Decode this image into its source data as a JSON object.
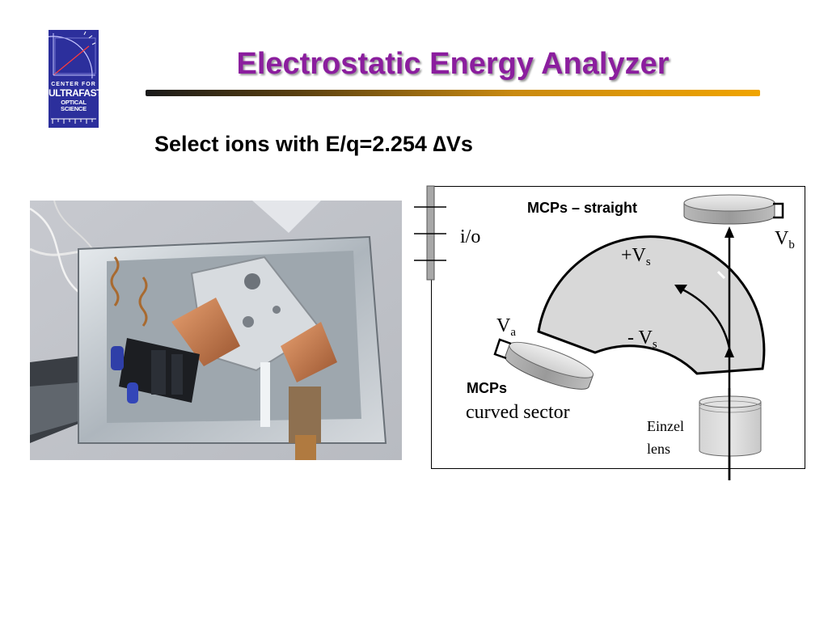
{
  "logo": {
    "line1": "CENTER FOR",
    "line2": "ULTRAFAST",
    "line3": "OPTICAL SCIENCE"
  },
  "slide": {
    "title": "Electrostatic Energy Analyzer",
    "subtitle": "Select ions with E/q=2.254 ∆Vs"
  },
  "diagram": {
    "mcps_straight": "MCPs – straight",
    "io": "i/o",
    "vb_main": "V",
    "vb_sub": "b",
    "plus_vs_main": "+V",
    "plus_vs_sub": "s",
    "minus_vs_main": "- V",
    "minus_vs_sub": "s",
    "va_main": "V",
    "va_sub": "a",
    "mcps": "MCPs",
    "curved_sector": "curved sector",
    "einzel": "Einzel",
    "lens": "lens"
  },
  "colors": {
    "title": "#8b1e9e",
    "accent_bar_start": "#1a1a1a",
    "accent_bar_end": "#f0a400",
    "logo_bg": "#2c2f9c",
    "sector_fill": "#d8d8d8"
  }
}
